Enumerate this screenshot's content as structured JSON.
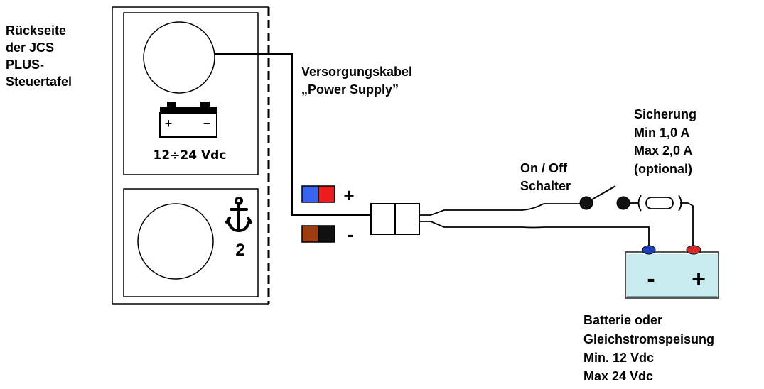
{
  "panel": {
    "title_lines": [
      "Rückseite",
      "der JCS",
      "PLUS-",
      "Steuertafel"
    ],
    "power_label": "12÷24 Vdc",
    "channel_number": "2"
  },
  "cable": {
    "label_lines": [
      "Versorgungskabel",
      "„Power Supply”"
    ]
  },
  "wires": {
    "positive_sign": "+",
    "negative_sign": "-",
    "positive_colors": [
      "#3a63f0",
      "#ee1c1c"
    ],
    "negative_colors": [
      "#9b3d10",
      "#111111"
    ]
  },
  "switch": {
    "label_lines": [
      "On / Off",
      "Schalter"
    ]
  },
  "fuse": {
    "label_lines": [
      "Sicherung",
      "Min 1,0 A",
      "Max 2,0 A",
      "(optional)"
    ]
  },
  "battery": {
    "minus_sign": "-",
    "plus_sign": "+",
    "body_color": "#c8ecef",
    "label_lines": [
      "Batterie oder",
      "Gleichstromspeisung",
      "Min. 12 Vdc",
      "Max 24 Vdc"
    ]
  }
}
